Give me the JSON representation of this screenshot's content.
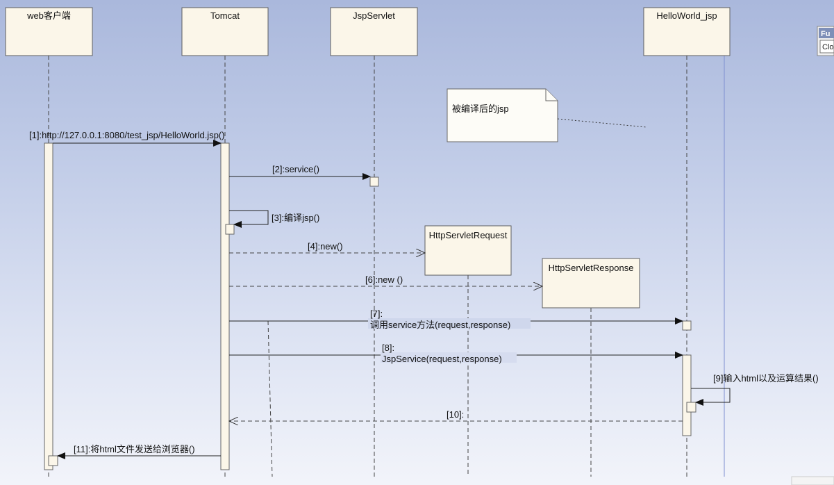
{
  "participants": {
    "web": "web客户端",
    "tomcat": "Tomcat",
    "jspservlet": "JspServlet",
    "request": "HttpServletRequest",
    "response": "HttpServletResponse",
    "helloworld": "HelloWorld_jsp"
  },
  "messages": {
    "m1": "[1]:http://127.0.0.1:8080/test_jsp/HelloWorld.jsp()",
    "m2": "[2]:service()",
    "m3": "[3]:编译jsp()",
    "m4": "[4]:new()",
    "m6": "[6]:new ()",
    "m7a": "[7]:",
    "m7b": "调用service方法(request,response)",
    "m8a": "[8]:",
    "m8b": "JspService(request,response)",
    "m9": "[9]输入html以及运算结果()",
    "m10": "[10]:",
    "m11": "[11]:将html文件发送给浏览器()"
  },
  "note": {
    "text": "被编译后的jsp"
  },
  "side_panel": {
    "title": "Fu",
    "item": "Clo"
  },
  "colors": {
    "lifeline_fill": "#fbf6e9",
    "background_top": "#aab8dc",
    "background_bottom": "#f2f4fa"
  }
}
